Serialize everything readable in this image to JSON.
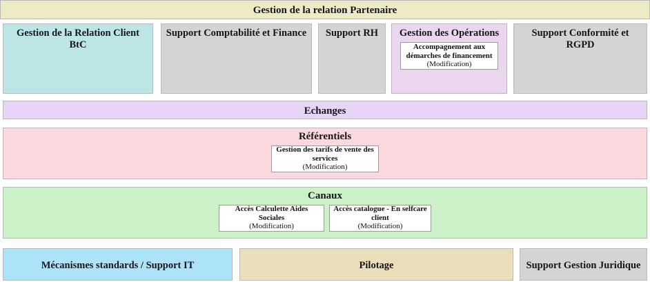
{
  "header": {
    "title": "Gestion de la relation Partenaire",
    "color": "#EDEBC6"
  },
  "domains_row": [
    {
      "name": "Gestion de la Relation Client BtC",
      "color": "#BCE5E5",
      "cards": []
    },
    {
      "name": "Support Comptabilité et Finance",
      "color": "#D4D4D4",
      "cards": []
    },
    {
      "name": "Support RH",
      "color": "#D4D4D4",
      "cards": []
    },
    {
      "name": "Gestion des Opérations",
      "color": "#EBD6F0",
      "cards": [
        {
          "title": "Accompagnement aux démarches de financement",
          "status": "(Modification)"
        }
      ]
    },
    {
      "name": "Support Conformité et RGPD",
      "color": "#D4D4D4",
      "cards": []
    }
  ],
  "bands": [
    {
      "name": "Echanges",
      "color": "#E6D5F7",
      "cards": []
    },
    {
      "name": "Référentiels",
      "color": "#FCD9DF",
      "cards": [
        {
          "title": "Gestion des tarifs de vente des services",
          "status": "(Modification)"
        }
      ]
    },
    {
      "name": "Canaux",
      "color": "#CCF0C8",
      "cards": [
        {
          "title": "Accès Calculette Aides Sociales",
          "status": "(Modification)"
        },
        {
          "title": "Accès catalogue - En selfcare client",
          "status": "(Modification)"
        }
      ]
    }
  ],
  "footer_row": [
    {
      "name": "Mécanismes standards / Support IT",
      "color": "#ACE3F8"
    },
    {
      "name": "Pilotage",
      "color": "#EADFBA"
    },
    {
      "name": "Support Gestion Juridique",
      "color": "#D4D4D4"
    }
  ]
}
